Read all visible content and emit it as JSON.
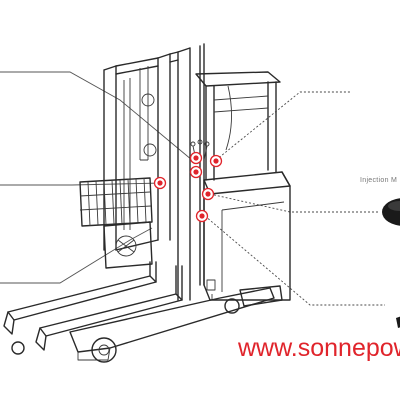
{
  "diagram": {
    "callout_label": "Injection M",
    "website": "www.sonnepow",
    "accent_color": "#e0242b",
    "line_color": "#2a2a2a"
  },
  "markers": [
    {
      "id": "m1"
    },
    {
      "id": "m2"
    },
    {
      "id": "m3"
    },
    {
      "id": "m4"
    },
    {
      "id": "m5"
    },
    {
      "id": "m6"
    }
  ]
}
